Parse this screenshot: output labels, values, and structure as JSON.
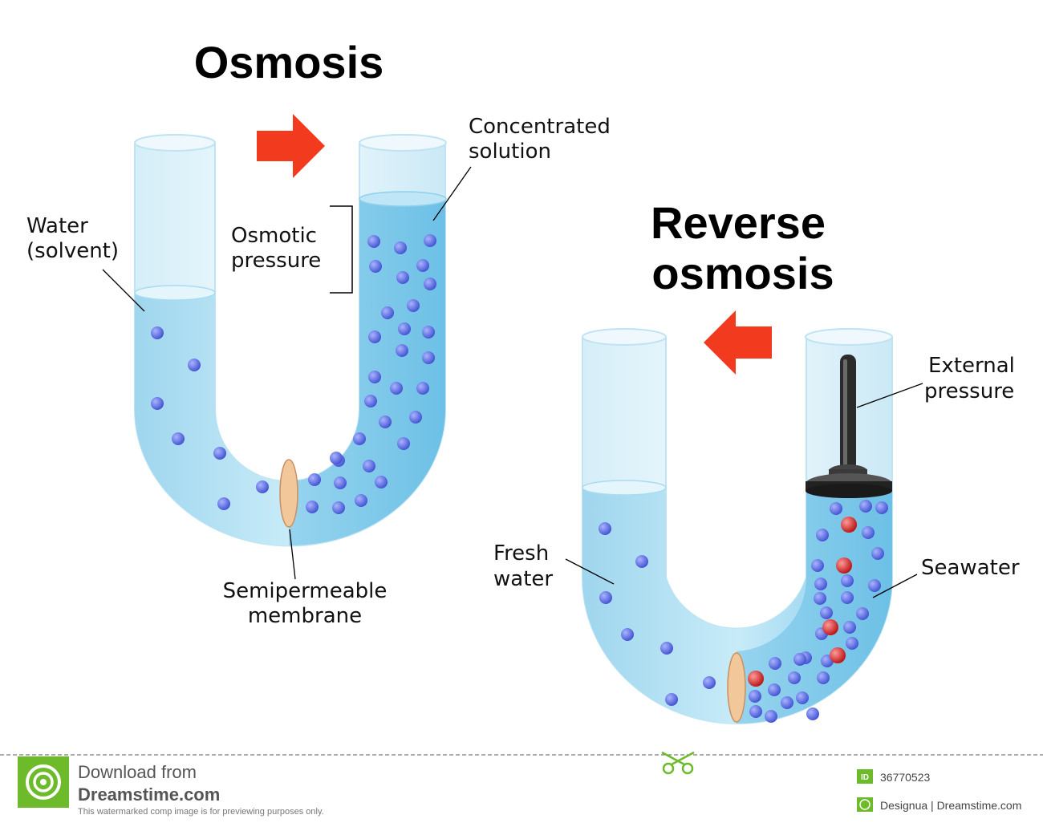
{
  "osmosis": {
    "title": "Osmosis",
    "label_water_1": "Water",
    "label_water_2": "(solvent)",
    "label_osmotic_1": "Osmotic",
    "label_osmotic_2": "pressure",
    "label_concentrated_1": "Concentrated",
    "label_concentrated_2": "solution",
    "label_membrane_1": "Semipermeable",
    "label_membrane_2": "membrane"
  },
  "reverse_osmosis": {
    "title_1": "Reverse",
    "title_2": "osmosis",
    "label_external_1": "External",
    "label_external_2": "pressure",
    "label_fresh_1": "Fresh",
    "label_fresh_2": "water",
    "label_seawater": "Seawater"
  },
  "footer": {
    "download_from": "Download from",
    "site": "Dreamstime.com",
    "disclaimer": "This watermarked comp image is for previewing purposes only.",
    "id_badge": "ID",
    "image_id": "36770523",
    "credit": "Designua | Dreamstime.com"
  },
  "colors": {
    "water": "#a9dcf0",
    "water_dark": "#5bb8e2",
    "solute_blue": "#5566dd",
    "salt_red": "#d41c1c",
    "arrow": "#f23a1e",
    "membrane": "#f2c79a",
    "logo_green": "#6dbb2a"
  },
  "icons": [
    "right-arrow-icon",
    "left-arrow-icon",
    "piston-icon",
    "membrane-icon",
    "dreamstime-logo-icon",
    "scissors-icon",
    "copyright-icon",
    "id-badge-icon"
  ]
}
